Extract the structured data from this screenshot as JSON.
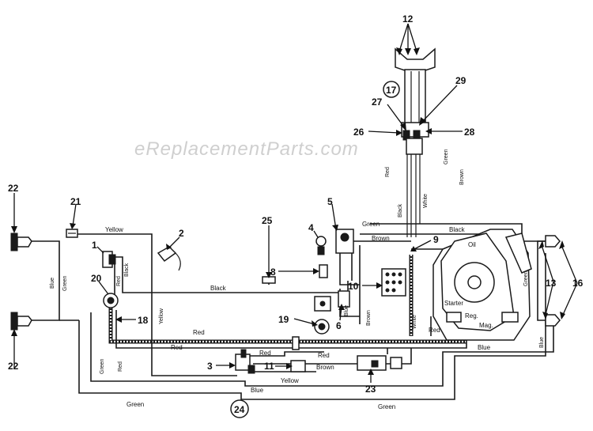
{
  "watermark": "eReplacementParts.com",
  "callouts": {
    "n1": "1",
    "n2": "2",
    "n3": "3",
    "n4": "4",
    "n5": "5",
    "n6": "6",
    "n8": "8",
    "n9": "9",
    "n10": "10",
    "n11": "11",
    "n12": "12",
    "n13": "13",
    "n16": "16",
    "n17": "17",
    "n18": "18",
    "n19": "19",
    "n20": "20",
    "n21": "21",
    "n22a": "22",
    "n22b": "22",
    "n23": "23",
    "n24": "24",
    "n25": "25",
    "n26": "26",
    "n27": "27",
    "n28": "28",
    "n29": "29"
  },
  "wire_labels": {
    "yellow_top": "Yellow",
    "red_switch1": "Red",
    "black_switch1": "Black",
    "black_mid": "Black",
    "green_top": "Green",
    "black_right": "Black",
    "brown_top": "Brown",
    "red_mast": "Red",
    "black_mast": "Black",
    "white_mast": "White",
    "green_mast": "Green",
    "brown_mast": "Brown",
    "yellow_vert": "Yellow",
    "blue_left": "Blue",
    "green_left": "Green",
    "red_harness_1": "Red",
    "red_harness_2": "Red",
    "green_lower_left": "Green",
    "red_lower_left": "Red",
    "red_3": "Red",
    "red_3b": "Red",
    "brown_11": "Brown",
    "yellow_bottom": "Yellow",
    "blue_bottom": "Blue",
    "green_bottom_1": "Green",
    "green_bottom_2": "Green",
    "blue_6": "Blue",
    "brown_6": "Brown",
    "white_engine": "White",
    "red_engine": "Red",
    "blue_engine": "Blue",
    "green_right": "Green",
    "blue_right": "Blue"
  },
  "engine_labels": {
    "oil": "Oil",
    "starter": "Starter",
    "reg": "Reg.",
    "mag": "Mag."
  }
}
